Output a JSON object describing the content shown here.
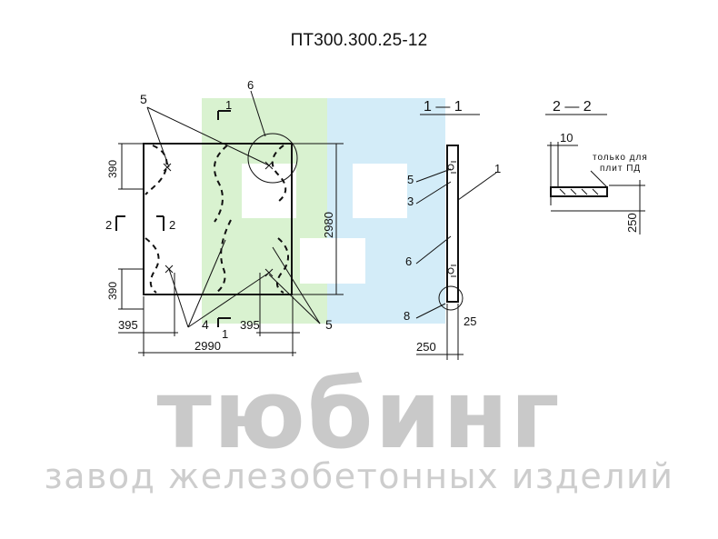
{
  "title": "ПТ300.300.25-12",
  "brand": {
    "name": "тюбинг",
    "tagline": "завод железобетонных изделий"
  },
  "plan": {
    "dim_width": "2990",
    "dim_height": "2980",
    "dim_left": "395",
    "dim_right": "395",
    "dim_top": "390",
    "dim_bottom": "390",
    "callout_5_top": "5",
    "callout_6": "6",
    "callout_4": "4",
    "callout_5_bottom": "5",
    "section_1": "1",
    "section_1_bottom": "1",
    "section_2_left": "2",
    "section_2_right": "2"
  },
  "section_1_1": {
    "heading": "1 — 1",
    "label_5": "5",
    "label_3": "3",
    "label_1": "1",
    "label_6": "6",
    "label_8": "8",
    "dim_25": "25",
    "dim_250": "250"
  },
  "section_2_2": {
    "heading": "2 — 2",
    "dim_10": "10",
    "note_line1": "только для",
    "note_line2": "плит ПД",
    "dim_250": "250"
  },
  "watermark_colors": {
    "green": "#d9f2d0",
    "blue": "#d3ecf8"
  }
}
